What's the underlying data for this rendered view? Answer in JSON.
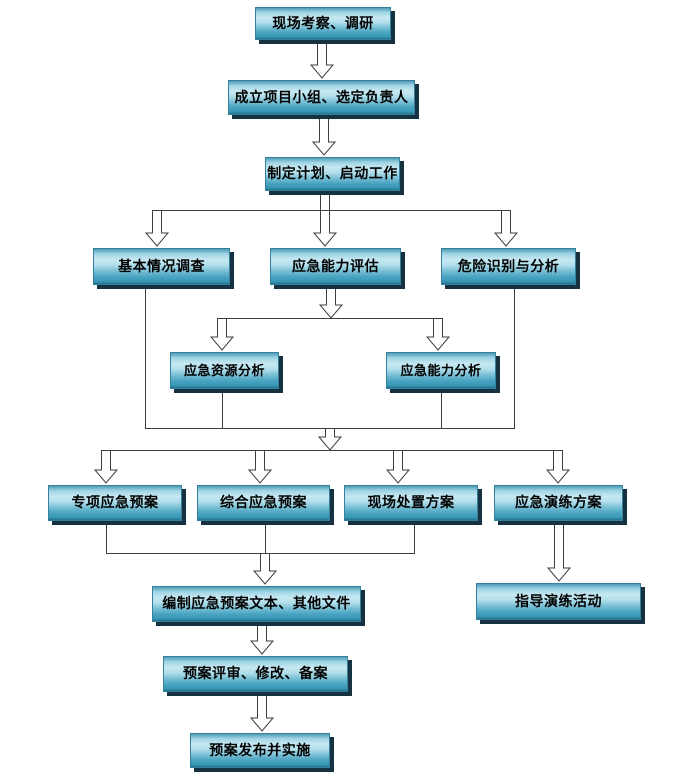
{
  "diagram": {
    "kind": "flowchart",
    "language": "zh-CN",
    "background": "#ffffff"
  },
  "colors": {
    "box_gradient_top": "#4f9cb6",
    "box_gradient_light": "#c6e8f2",
    "box_gradient_bottom": "#23708c",
    "box_border": "#35809c",
    "box_shadow": "#16313f",
    "connector_line": "#3f3f3f",
    "arrow_fill": "#ffffff",
    "text": "#000000"
  },
  "nodes": [
    {
      "id": "site-survey",
      "label": "现场考察、调研"
    },
    {
      "id": "team-setup",
      "label": "成立项目小组、选定负责人"
    },
    {
      "id": "plan-kickoff",
      "label": "制定计划、启动工作"
    },
    {
      "id": "basic-survey",
      "label": "基本情况调查"
    },
    {
      "id": "capability-eval",
      "label": "应急能力评估"
    },
    {
      "id": "hazard-id",
      "label": "危险识别与分析"
    },
    {
      "id": "resource-analysis",
      "label": "应急资源分析"
    },
    {
      "id": "capability-analysis",
      "label": "应急能力分析"
    },
    {
      "id": "special-plan",
      "label": "专项应急预案"
    },
    {
      "id": "comprehensive-plan",
      "label": "综合应急预案"
    },
    {
      "id": "onsite-plan",
      "label": "现场处置方案"
    },
    {
      "id": "drill-plan",
      "label": "应急演练方案"
    },
    {
      "id": "compile-docs",
      "label": "编制应急预案文本、其他文件"
    },
    {
      "id": "review",
      "label": "预案评审、修改、备案"
    },
    {
      "id": "publish",
      "label": "预案发布并实施"
    },
    {
      "id": "guide-drill",
      "label": "指导演练活动"
    }
  ],
  "edges": [
    {
      "from": [
        "site-survey"
      ],
      "to": [
        "team-setup"
      ]
    },
    {
      "from": [
        "team-setup"
      ],
      "to": [
        "plan-kickoff"
      ]
    },
    {
      "from": [
        "plan-kickoff"
      ],
      "to": [
        "basic-survey",
        "capability-eval",
        "hazard-id"
      ]
    },
    {
      "from": [
        "capability-eval"
      ],
      "to": [
        "resource-analysis",
        "capability-analysis"
      ]
    },
    {
      "from": [
        "basic-survey",
        "resource-analysis",
        "capability-analysis",
        "hazard-id"
      ],
      "to": [
        "special-plan",
        "comprehensive-plan",
        "onsite-plan",
        "drill-plan"
      ]
    },
    {
      "from": [
        "special-plan",
        "comprehensive-plan",
        "onsite-plan"
      ],
      "to": [
        "compile-docs"
      ]
    },
    {
      "from": [
        "drill-plan"
      ],
      "to": [
        "guide-drill"
      ]
    },
    {
      "from": [
        "compile-docs"
      ],
      "to": [
        "review"
      ]
    },
    {
      "from": [
        "review"
      ],
      "to": [
        "publish"
      ]
    }
  ]
}
